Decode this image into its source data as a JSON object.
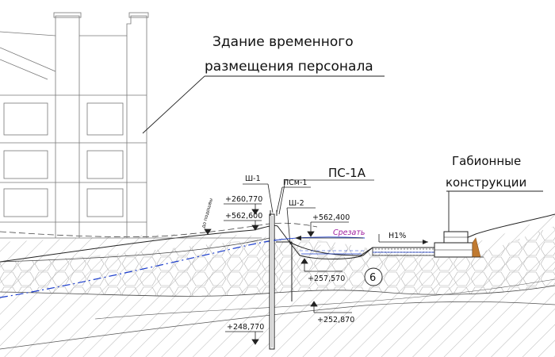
{
  "labels": {
    "building_line1": "Здание временного",
    "building_line2": "размещения персонала",
    "ps": "ПС-1А",
    "gabion_line1": "Габионные",
    "gabion_line2": "конструкции",
    "sh1": "Ш-1",
    "sh2": "Ш-2",
    "psm1": "ПСм-1",
    "cut": "Срезать",
    "slope": "H1%",
    "layer": "6",
    "soil_note": "до подошвы"
  },
  "elevations": {
    "e260770": "+260,770",
    "e562600": "+562,600",
    "e562400": "+562,400",
    "e257570": "+257,570",
    "e252870": "+252,870",
    "e248770": "+248,770"
  },
  "colors": {
    "line": "#222222",
    "grid": "#888888",
    "water": "#1a3ccc",
    "cut_text": "#a020a0",
    "gabion_fill": "#c07a30"
  }
}
